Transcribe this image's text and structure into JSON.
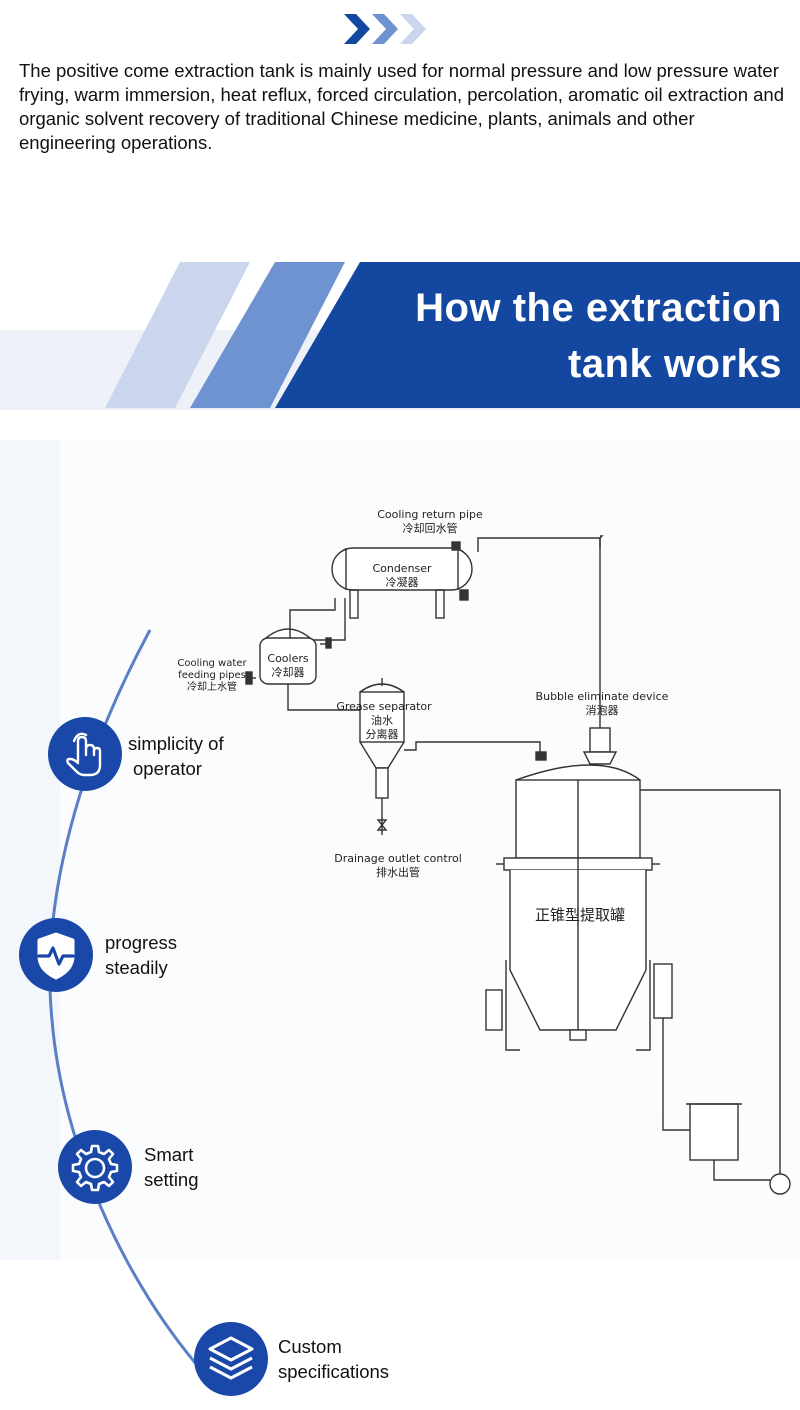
{
  "intro_text": "The positive come extraction tank is mainly used for normal pressure and low pressure water frying, warm immersion, heat reflux, forced circulation, percolation, aromatic oil extraction and organic solvent recovery of traditional Chinese medicine, plants, animals and other engineering operations.",
  "banner": {
    "title_line1": "How the extraction",
    "title_line2": "tank works",
    "accent_color": "#1447a0",
    "light_stripe_color": "#c9d6ee",
    "mid_stripe_color": "#6f93d0"
  },
  "features": [
    {
      "line1": "simplicity of",
      "line2": "operator",
      "icon": "hand-pointer-icon"
    },
    {
      "line1": "progress",
      "line2": "steadily",
      "icon": "shield-pulse-icon"
    },
    {
      "line1": "Smart",
      "line2": "setting",
      "icon": "gear-icon"
    },
    {
      "line1": "Custom",
      "line2": "specifications",
      "icon": "layers-icon"
    }
  ],
  "diagram": {
    "cooling_return_en": "Cooling return pipe",
    "cooling_return_cn": "冷却回水管",
    "condenser_en": "Condenser",
    "condenser_cn": "冷凝器",
    "coolers_en": "Coolers",
    "coolers_cn": "冷却器",
    "feeding_line1": "Cooling water",
    "feeding_line2": "feeding pipes",
    "feeding_cn": "冷却上水管",
    "grease_en": "Grease separator",
    "grease_cn1": "油水",
    "grease_cn2": "分离器",
    "bubble_en": "Bubble eliminate device",
    "bubble_cn": "消泡器",
    "drainage_en": "Drainage outlet control",
    "drainage_cn": "排水出管",
    "tank_cn": "正锥型提取罐"
  }
}
